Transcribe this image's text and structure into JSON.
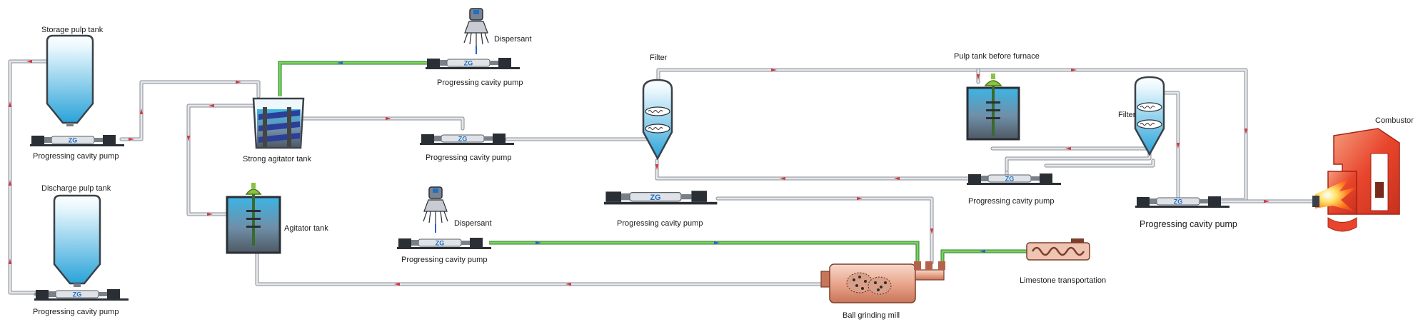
{
  "labels": {
    "storage_tank": "Storage pulp tank",
    "discharge_tank": "Discharge pulp tank",
    "dispersant_top": "Dispersant",
    "dispersant_mid": "Dispersant",
    "pcp_top_middle": "Progressing cavity pump",
    "pcp_storage": "Progressing cavity pump",
    "pcp_discharge": "Progressing cavity pump",
    "strong_agitator": "Strong agitator tank",
    "pcp_after_agitator": "Progressing cavity pump",
    "agitator_tank": "Agitator tank",
    "pcp_dispersant": "Progressing cavity pump",
    "filter_1": "Filter",
    "pcp_filter_main": "Progressing cavity pump",
    "pulp_tank_furnace": "Pulp tank before furnace",
    "filter_2": "Filter",
    "pcp_right_mid": "Progressing cavity pump",
    "pcp_right_main": "Progressing cavity pump",
    "combustor": "Combustor",
    "limestone": "Limestone transportation",
    "ball_mill": "Ball grinding mill"
  },
  "pump_brand": "ZG",
  "colors": {
    "pipe": "#c9ccd1",
    "pipe_outline": "#8a8f96",
    "flow_arrow": "#d9363e",
    "dispersant_line": "#7bd35f",
    "dispersant_arrow": "#2a63c9",
    "tank_fill_top": "#e9f7fd",
    "tank_fill_bottom": "#2fa6d9",
    "combustor": "#e8452c"
  }
}
